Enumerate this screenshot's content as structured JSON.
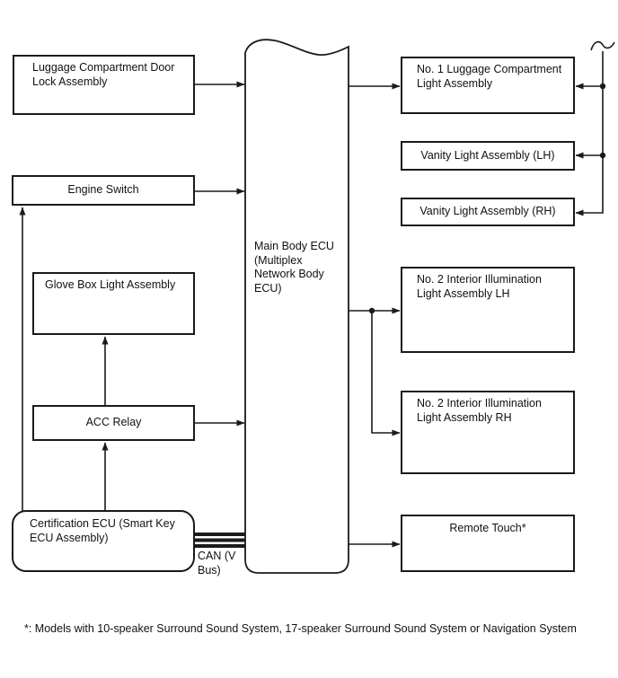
{
  "colors": {
    "line": "#1a1a1a",
    "box_border": "#1a1a1a",
    "box_background": "#ffffff",
    "page_background": "#ffffff",
    "text": "#111111"
  },
  "diagram": {
    "inputs": [
      {
        "id": "luggage_door_lock",
        "label": "Luggage Compartment Door Lock Assembly"
      },
      {
        "id": "engine_switch",
        "label": "Engine Switch"
      },
      {
        "id": "glove_box_light",
        "label": "Glove Box Light Assembly"
      },
      {
        "id": "acc_relay",
        "label": "ACC Relay"
      },
      {
        "id": "certification_ecu",
        "label": "Certification ECU (Smart Key ECU Assembly)"
      }
    ],
    "controller": {
      "id": "main_body_ecu",
      "label": "Main Body ECU\n(Multiplex\nNetwork Body\nECU)"
    },
    "outputs": [
      {
        "id": "no1_luggage_light",
        "label": "No. 1 Luggage Compartment Light Assembly"
      },
      {
        "id": "vanity_light_lh",
        "label": "Vanity Light Assembly (LH)"
      },
      {
        "id": "vanity_light_rh",
        "label": "Vanity Light Assembly (RH)"
      },
      {
        "id": "no2_interior_lh",
        "label": "No. 2 Interior Illumination Light Assembly LH"
      },
      {
        "id": "no2_interior_rh",
        "label": "No. 2 Interior Illumination Light Assembly RH"
      },
      {
        "id": "remote_touch",
        "label": "Remote Touch*"
      }
    ],
    "bus_label": "CAN (V Bus)",
    "footnote": "*: Models with 10-speaker Surround Sound System, 17-speaker Surround Sound System or Navigation System",
    "edges": [
      {
        "from": "luggage_door_lock",
        "to": "main_body_ecu",
        "type": "arrow"
      },
      {
        "from": "engine_switch",
        "to": "main_body_ecu",
        "type": "arrow"
      },
      {
        "from": "certification_ecu",
        "to": "engine_switch",
        "type": "arrow"
      },
      {
        "from": "certification_ecu",
        "to": "acc_relay",
        "type": "arrow"
      },
      {
        "from": "acc_relay",
        "to": "glove_box_light",
        "type": "arrow"
      },
      {
        "from": "acc_relay",
        "to": "main_body_ecu",
        "type": "arrow"
      },
      {
        "from": "certification_ecu",
        "to": "main_body_ecu",
        "type": "can-bus"
      },
      {
        "from": "main_body_ecu",
        "to": "no1_luggage_light",
        "type": "arrow"
      },
      {
        "from": "main_body_ecu",
        "to": "no2_interior_lh",
        "type": "arrow"
      },
      {
        "from": "main_body_ecu",
        "to": "no2_interior_rh",
        "type": "arrow"
      },
      {
        "from": "main_body_ecu",
        "to": "remote_touch",
        "type": "arrow"
      },
      {
        "from": "continuation-line",
        "to": "no1_luggage_light",
        "type": "arrow"
      },
      {
        "from": "continuation-line",
        "to": "vanity_light_lh",
        "type": "arrow"
      },
      {
        "from": "continuation-line",
        "to": "vanity_light_rh",
        "type": "arrow"
      }
    ]
  }
}
